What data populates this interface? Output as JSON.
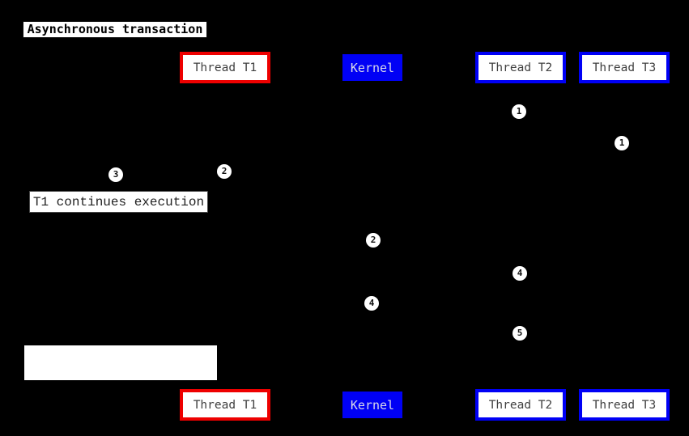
{
  "diagram": {
    "title": "Asynchronous transaction",
    "note_text": "T1 continues execution",
    "blank_note_text": ""
  },
  "lifelines": {
    "top": [
      {
        "label": "Thread T1"
      },
      {
        "label": "Kernel"
      },
      {
        "label": "Thread T2"
      },
      {
        "label": "Thread T3"
      }
    ],
    "bottom": [
      {
        "label": "Thread T1"
      },
      {
        "label": "Kernel"
      },
      {
        "label": "Thread T2"
      },
      {
        "label": "Thread T3"
      }
    ]
  },
  "markers": [
    {
      "value": "1"
    },
    {
      "value": "1"
    },
    {
      "value": "2"
    },
    {
      "value": "3"
    },
    {
      "value": "2"
    },
    {
      "value": "4"
    },
    {
      "value": "4"
    },
    {
      "value": "5"
    }
  ],
  "colors": {
    "bg": "#000000",
    "red": "#ee0000",
    "blue": "#0000f5",
    "box-text": "#404040",
    "kernel-text": "#d9d9e8",
    "note-text": "#222222"
  }
}
